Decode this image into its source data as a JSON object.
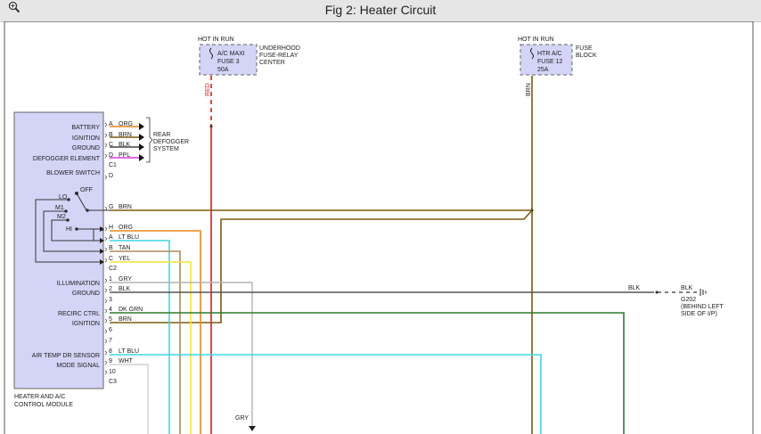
{
  "window": {
    "title": "Fig 2: Heater Circuit"
  },
  "icons": {
    "zoom": "zoom-in-icon"
  },
  "colors": {
    "module_fill": "#d4d4f7",
    "fuse_fill": "#d4d4f7",
    "red": "#d42020",
    "brown": "#7a5a10",
    "orange": "#e8871e",
    "cyan": "#3fd7e6",
    "tan": "#b08a5a",
    "yellow": "#f0e43c",
    "gray": "#b4b4b4",
    "dark_green": "#2f7a2f",
    "black": "#444444",
    "pink": "#d83ad8"
  },
  "fuses": {
    "left": {
      "hot": "HOT IN RUN",
      "line1": "A/C MAXI",
      "line2": "FUSE 3",
      "line3": "50A",
      "loc1": "UNDERHOOD",
      "loc2": "FUSE-RELAY",
      "loc3": "CENTER",
      "wire": "RED"
    },
    "right": {
      "hot": "HOT IN RUN",
      "line1": "HTR A/C",
      "line2": "FUSE 12",
      "line3": "25A",
      "loc1": "FUSE",
      "loc2": "BLOCK",
      "wire": "BRN"
    }
  },
  "module": {
    "name1": "HEATER AND A/C",
    "name2": "CONTROL MODULE",
    "labels": {
      "battery": "BATTERY",
      "ignition": "IGNITION",
      "ground": "GROUND",
      "defogger": "DEFOGGER ELEMENT",
      "blower": "BLOWER SWITCH",
      "illumination": "ILLUMINATION",
      "ground2": "GROUND",
      "recirc": "RECIRC CTRL",
      "ignition2": "IGNITION",
      "airtemp": "AIR TEMP DR SENSOR",
      "mode": "MODE SIGNAL"
    },
    "switch": {
      "off": "OFF",
      "lo": "LO",
      "m1": "M1",
      "m2": "M2",
      "hi": "HI"
    }
  },
  "connector_c1": {
    "name": "C1",
    "pins": [
      {
        "pin": "A",
        "wire": "ORG"
      },
      {
        "pin": "B",
        "wire": "BRN"
      },
      {
        "pin": "C",
        "wire": "BLK"
      },
      {
        "pin": "D",
        "wire": "PPL"
      }
    ],
    "pin_e": "D"
  },
  "rear_defogger": {
    "line1": "REAR",
    "line2": "DEFOGGER",
    "line3": "SYSTEM"
  },
  "blower_pins": [
    {
      "pin": "G",
      "wire": "BRN"
    },
    {
      "pin": "H",
      "wire": "ORG"
    },
    {
      "pin": "A",
      "wire": "LT BLU"
    },
    {
      "pin": "B",
      "wire": "TAN"
    },
    {
      "pin": "C",
      "wire": "YEL"
    }
  ],
  "connector_c2": {
    "name": "C2"
  },
  "c3_pins": [
    {
      "pin": "1",
      "wire": "GRY"
    },
    {
      "pin": "2",
      "wire": "BLK"
    },
    {
      "pin": "3",
      "wire": ""
    },
    {
      "pin": "4",
      "wire": "DK GRN"
    },
    {
      "pin": "5",
      "wire": "BRN"
    },
    {
      "pin": "6",
      "wire": ""
    },
    {
      "pin": "7",
      "wire": ""
    },
    {
      "pin": "8",
      "wire": "LT BLU"
    },
    {
      "pin": "9",
      "wire": "WHT"
    },
    {
      "pin": "10",
      "wire": ""
    }
  ],
  "connector_c3": {
    "name": "C3"
  },
  "ground_point": {
    "blk1": "BLK",
    "blk2": "BLK",
    "g202": "G202",
    "loc1": "(BEHIND LEFT",
    "loc2": "SIDE OF I/P)"
  },
  "bottom": {
    "gry": "GRY"
  }
}
